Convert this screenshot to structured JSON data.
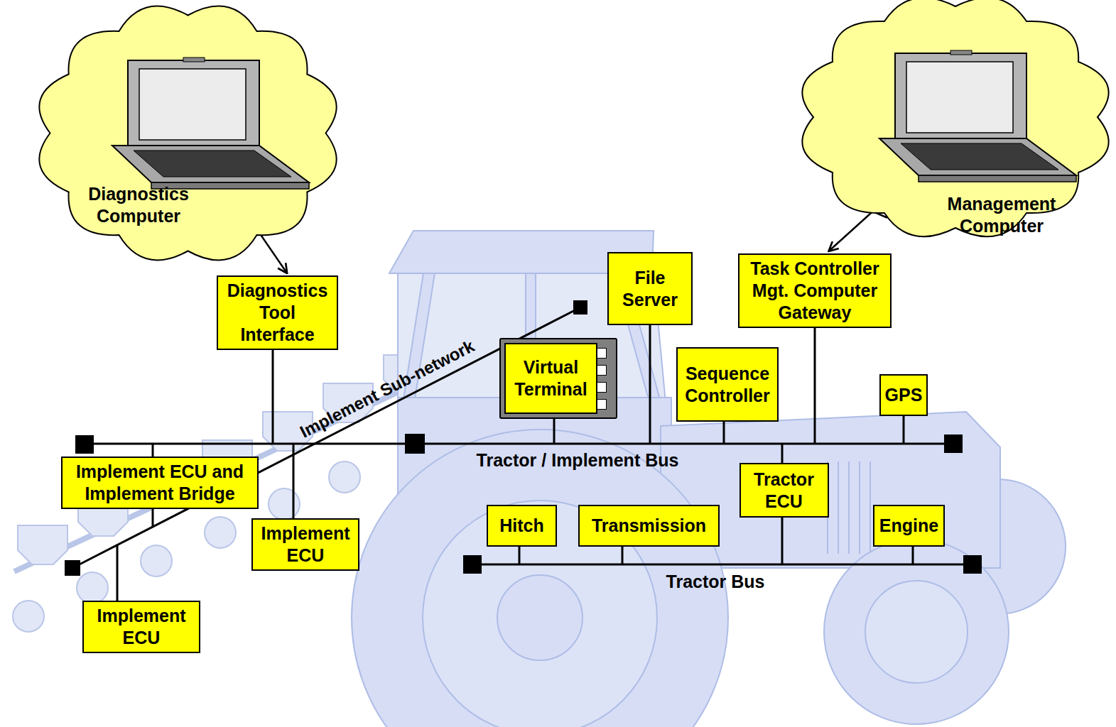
{
  "diagram": {
    "nodes": [
      {
        "text": [
          "Diagnostics Computer"
        ]
      },
      {
        "text": [
          "Management Computer"
        ]
      },
      {
        "text": [
          "Diagnostics Tool Interface"
        ]
      },
      {
        "text": [
          "File Server"
        ]
      },
      {
        "text": [
          "Task Controller Mgt. Computer Gateway"
        ]
      },
      {
        "text": [
          "Virtual Terminal"
        ]
      },
      {
        "text": [
          "Sequence Controller"
        ]
      },
      {
        "text": [
          "GPS"
        ]
      },
      {
        "text": [
          "Implement ECU and Implement Bridge"
        ]
      },
      {
        "text": [
          "Implement ECU"
        ]
      },
      {
        "text": [
          "Tractor ECU"
        ]
      },
      {
        "text": [
          "Hitch"
        ]
      },
      {
        "text": [
          "Transmission"
        ]
      },
      {
        "text": [
          "Engine"
        ]
      },
      {
        "text": [
          "Implement ECU"
        ]
      }
    ],
    "edges": [
      {
        "from": 0,
        "to": 2,
        "arrow": "both"
      },
      {
        "from": 1,
        "to": 4,
        "arrow": "both"
      }
    ],
    "labels": [
      "Implement Sub-network",
      "Tractor / Implement Bus",
      "Tractor Bus"
    ]
  }
}
